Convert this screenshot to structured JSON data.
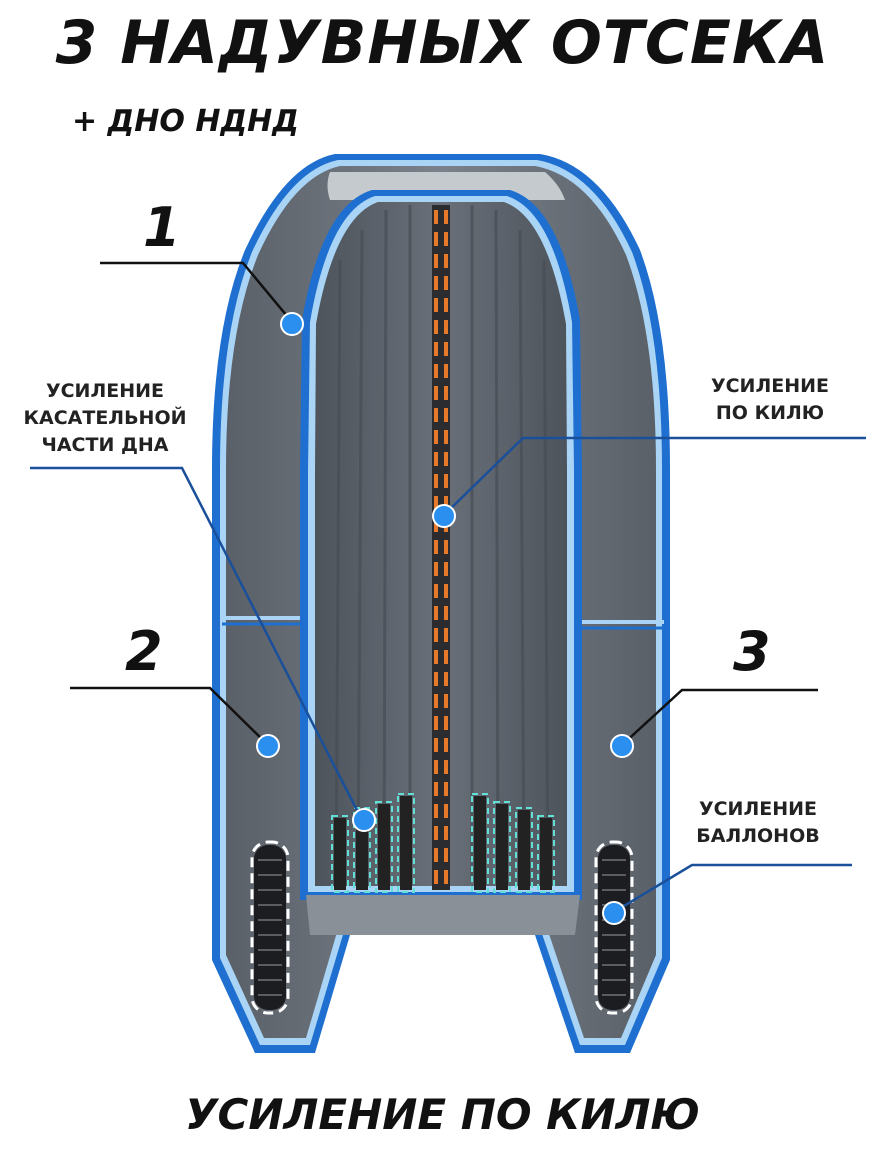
{
  "title": "3 НАДУВНЫХ ОТСЕКА",
  "subtitle": "+ ДНО НДНД",
  "footer": "УСИЛЕНИЕ ПО КИЛЮ",
  "compartments": [
    "1",
    "2",
    "3"
  ],
  "labels": {
    "bottom_reinforcement": "УСИЛЕНИЕ\nКАСАТЕЛЬНОЙ\nЧАСТИ ДНА",
    "keel_reinforcement": "УСИЛЕНИЕ\nПО КИЛЮ",
    "tube_reinforcement": "УСИЛЕНИЕ\nБАЛЛОНОВ"
  },
  "colors": {
    "outline": "#1e6fd0",
    "outline_light": "#a9d4f5",
    "tube": "#6c737c",
    "floor": "#5c636c",
    "keel_dash": "#e7792b",
    "strip_dash": "#63e0d5",
    "dot": "#2b8fef",
    "pointer": "#1a4f9a"
  }
}
